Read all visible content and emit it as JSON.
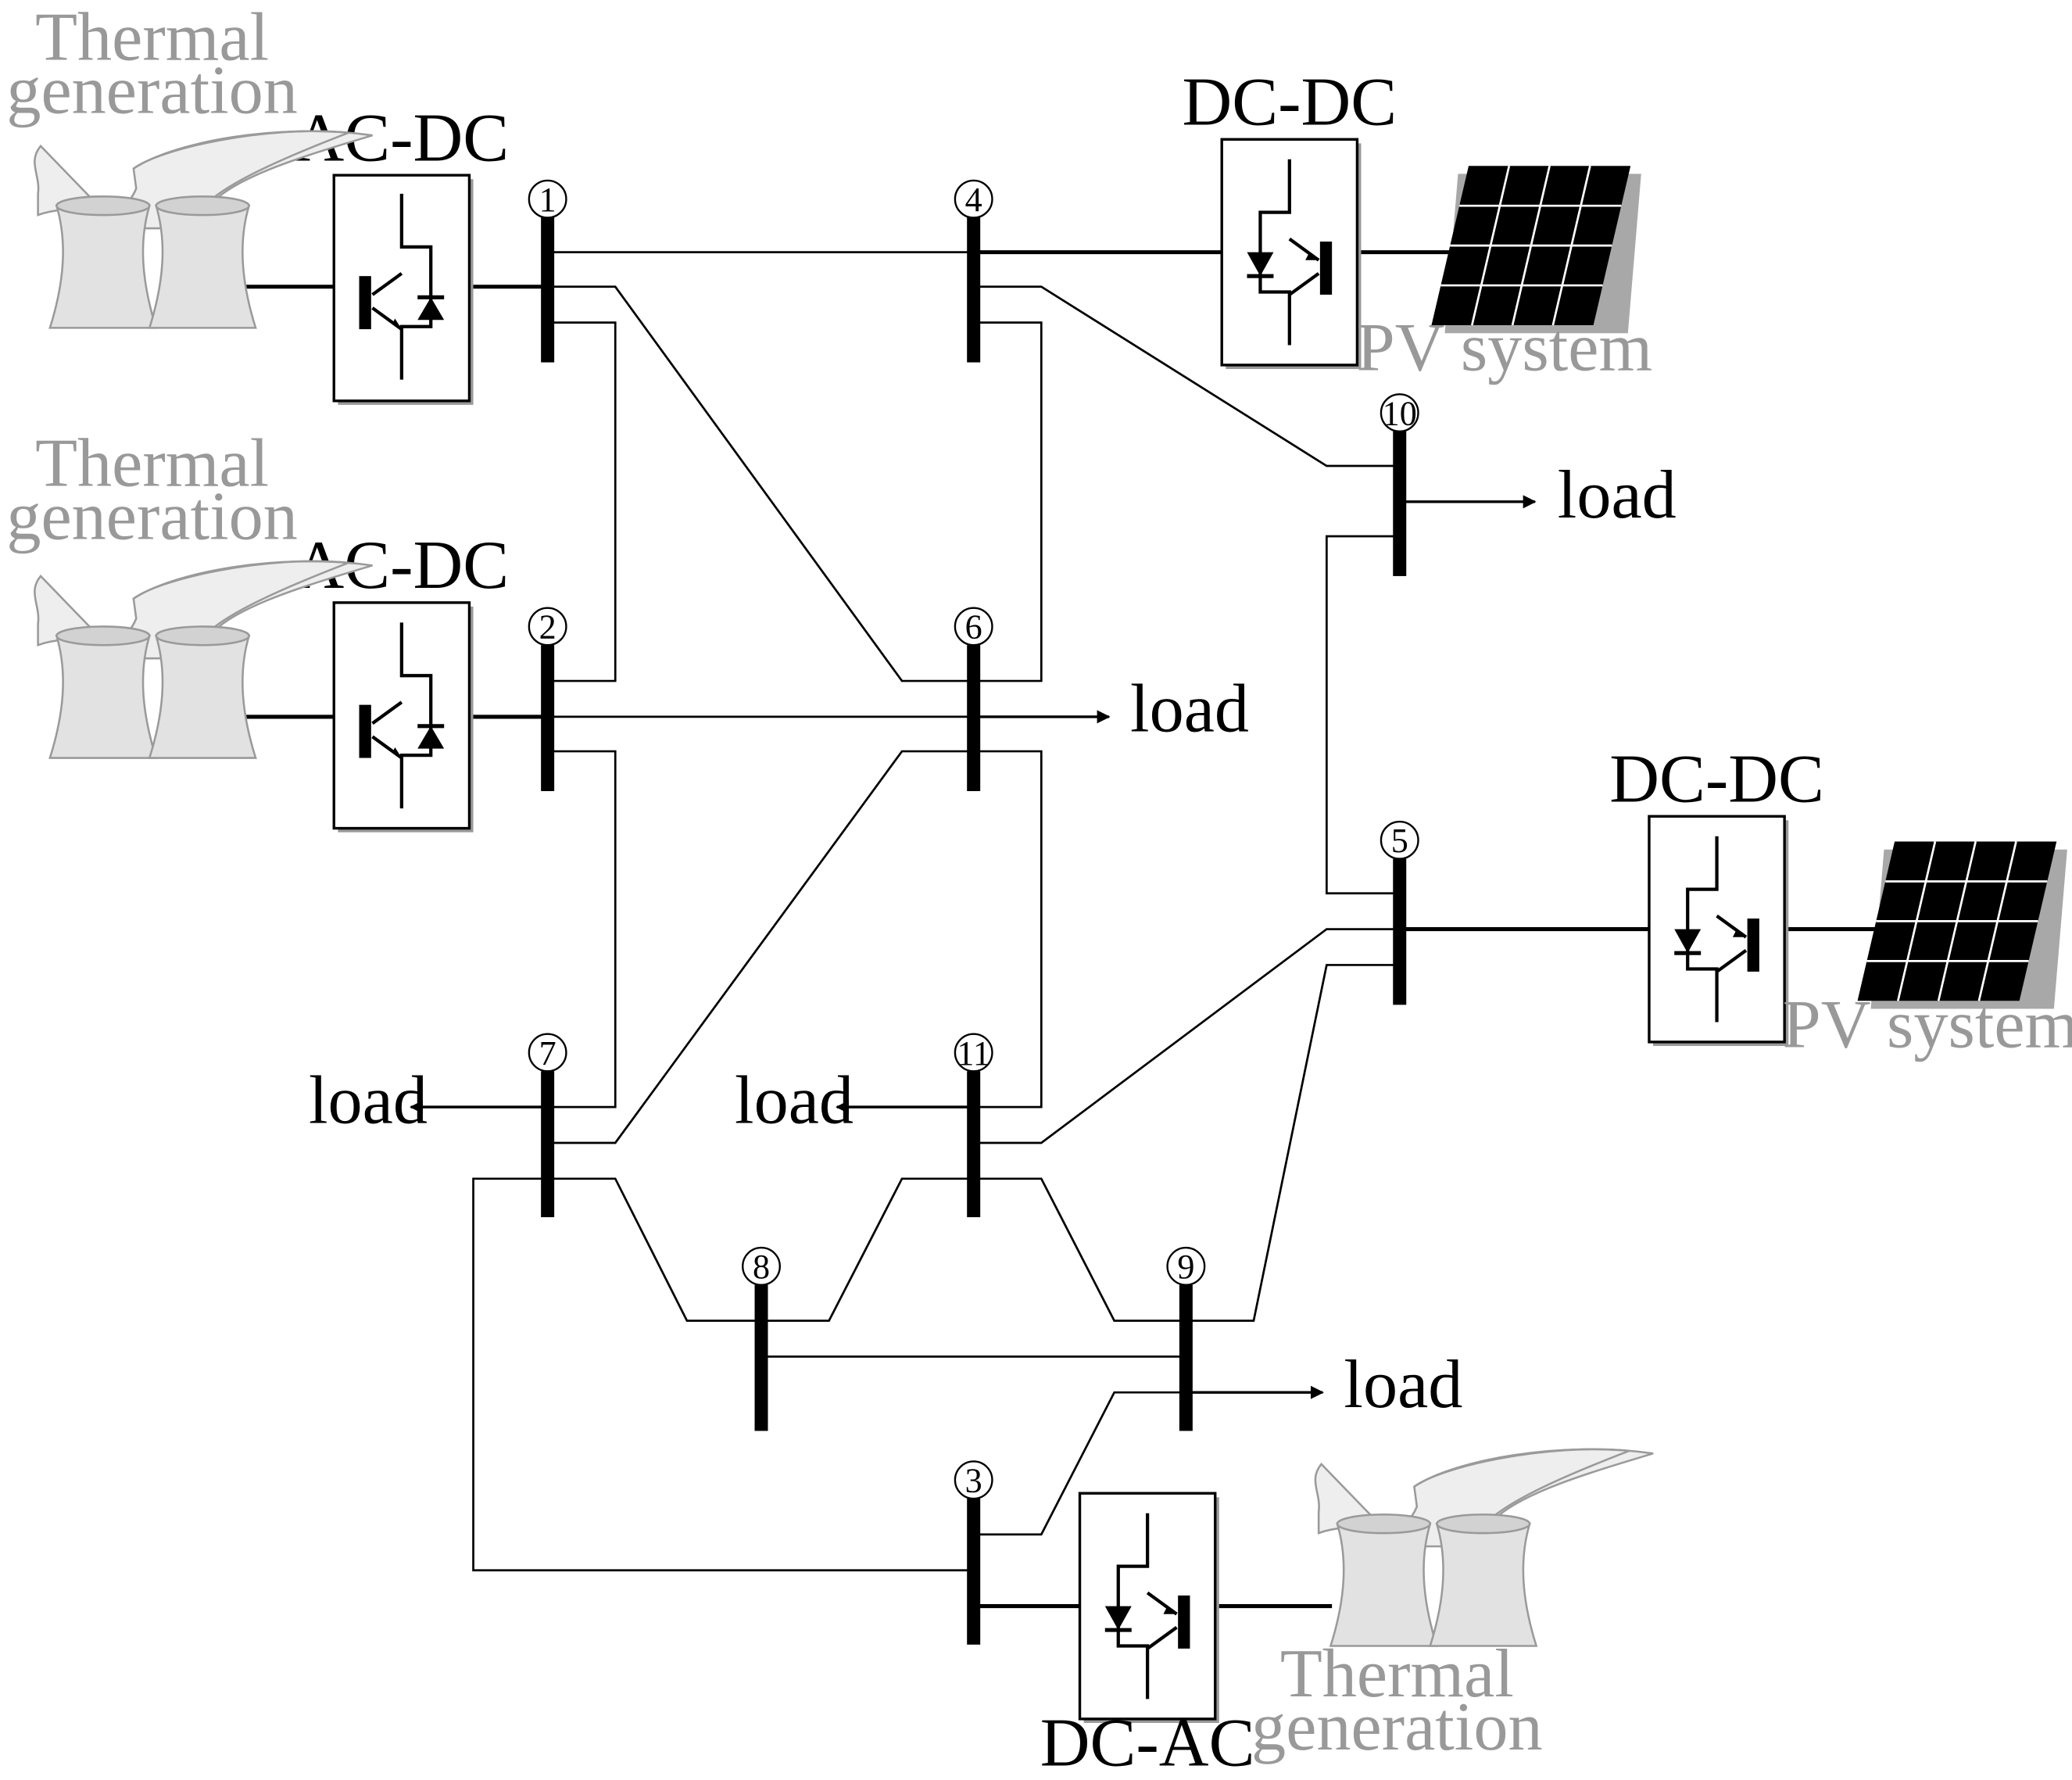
{
  "colors": {
    "line": "#000000",
    "generation_text": "#999999",
    "plant_fill": "#e6e6e6",
    "plant_stroke": "#9a9a9a",
    "panel_fill": "#000000",
    "panel_shadow": "#a8a8a8"
  },
  "converters": [
    {
      "id": "conv-ac-dc-1",
      "label": "AC-DC"
    },
    {
      "id": "conv-ac-dc-2",
      "label": "AC-DC"
    },
    {
      "id": "conv-dc-dc-1",
      "label": "DC-DC"
    },
    {
      "id": "conv-dc-dc-2",
      "label": "DC-DC"
    },
    {
      "id": "conv-dc-ac",
      "label": "DC-AC"
    }
  ],
  "buses": [
    "1",
    "2",
    "3",
    "4",
    "5",
    "6",
    "7",
    "8",
    "9",
    "10",
    "11"
  ],
  "sources": {
    "thermal_line1": "Thermal",
    "thermal_line2": "generation",
    "pv": "PV system"
  },
  "loads": {
    "label": "load",
    "buses": [
      "10",
      "6",
      "7",
      "11",
      "9"
    ]
  }
}
